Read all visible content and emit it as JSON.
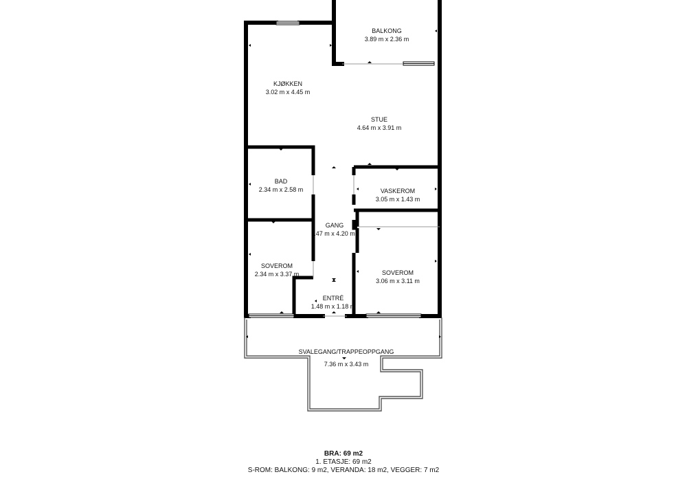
{
  "rooms": {
    "balkong": {
      "name": "BALKONG",
      "size": "3.89 m x 2.36 m"
    },
    "kjokken": {
      "name": "KJØKKEN",
      "size": "3.02 m x 4.45 m"
    },
    "stue": {
      "name": "STUE",
      "size": "4.64 m x 3.91 m"
    },
    "bad": {
      "name": "BAD",
      "size": "2.34 m x 2.58 m"
    },
    "vaskerom": {
      "name": "VASKEROM",
      "size": "3.05 m x 1.43 m"
    },
    "gang": {
      "name": "GANG",
      "size": ".47 m x 4.20 m"
    },
    "soverom1": {
      "name": "SOVEROM",
      "size": "2.34 m x 3.37 m"
    },
    "soverom2": {
      "name": "SOVEROM",
      "size": "3.06 m x 3.11 m"
    },
    "entre": {
      "name": "ENTRÉ",
      "size": "1.48 m x 1.18 m"
    },
    "svalegang": {
      "name": "SVALEGANG/TRAPPEOPPGANG",
      "size": "7.36 m x 3.43 m"
    }
  },
  "summary": {
    "bra": "BRA: 69 m2",
    "etasje": "1. ETASJE: 69 m2",
    "srom": "S-ROM: BALKONG: 9 m2, VERANDA: 18 m2, VEGGER: 7 m2"
  }
}
